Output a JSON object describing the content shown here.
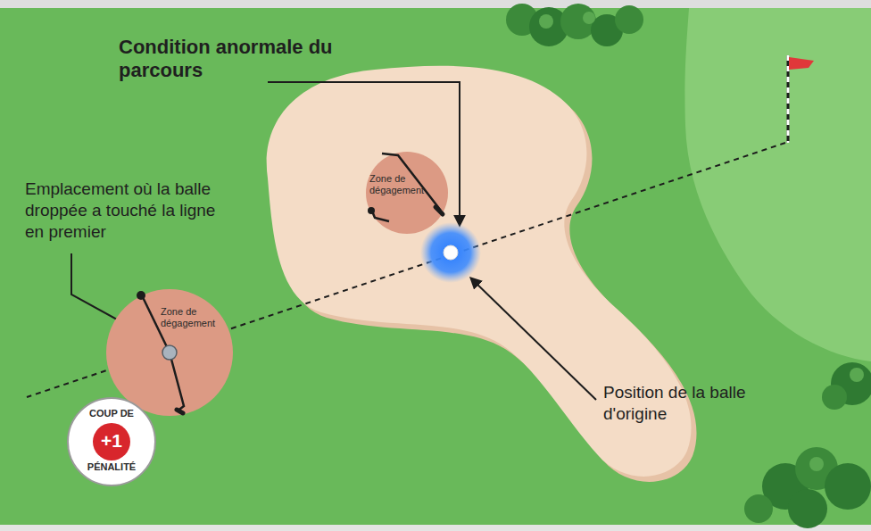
{
  "diagram": {
    "nodes": [
      {
        "text": [
          "Zone de dégagement"
        ]
      },
      {
        "text": [
          "Zone de dégagement"
        ]
      },
      {
        "text": [
          "COUP DE",
          "+1",
          "PÉNALITÉ"
        ]
      }
    ],
    "labels": [
      "Condition anormale du parcours",
      "Emplacement où la balle droppée a touché la ligne en premier",
      "Position de la balle d'origine"
    ]
  }
}
